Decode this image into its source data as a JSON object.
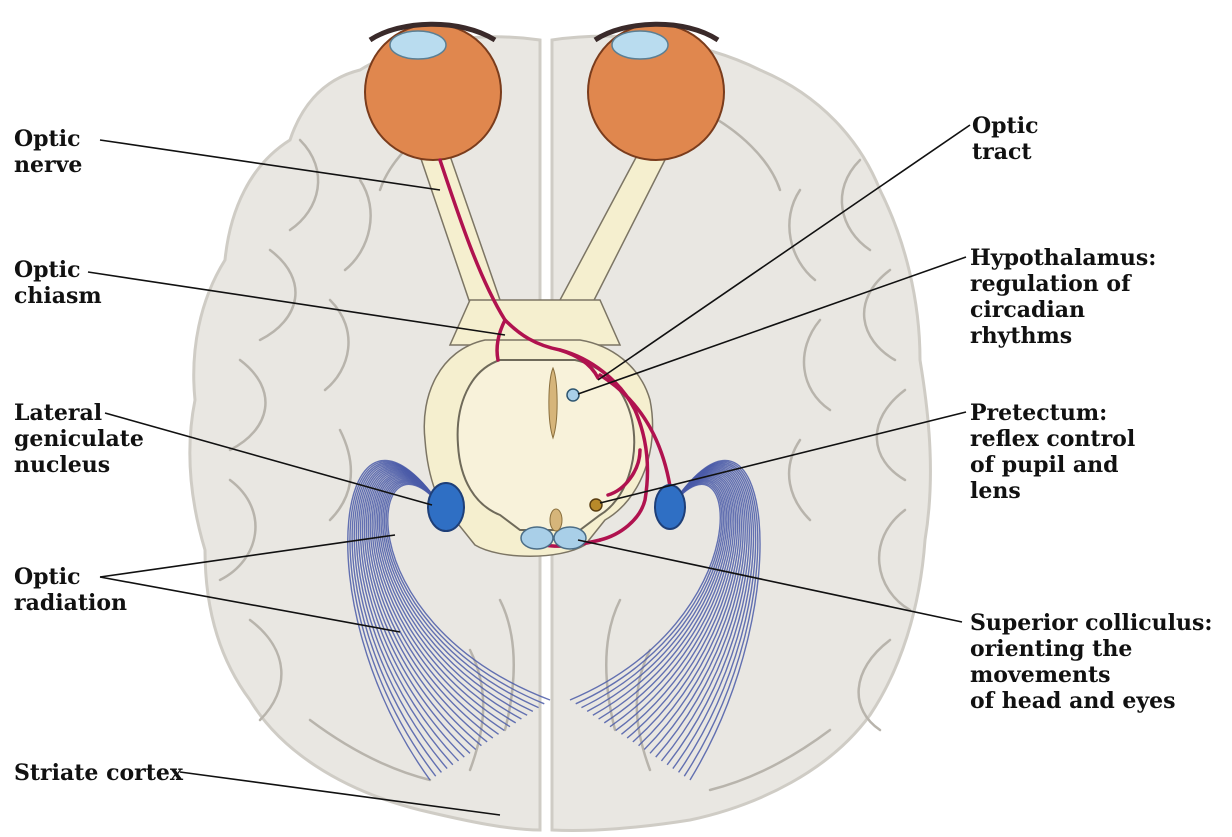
{
  "colors": {
    "brain": "#e9e7e2",
    "brain_shadow": "#cfccc5",
    "sulcus": "#b8b4ac",
    "eye": "#e0874e",
    "cornea": "#b9dcef",
    "optic_pathway": "#f5efcf",
    "retina_fibers": "#b0124f",
    "radiation": "#4a5aa8",
    "lgn": "#2f6fc4",
    "colliculus": "#a9cfe8",
    "pretectum": "#b98a2a",
    "leader": "#111111"
  },
  "labels": {
    "optic_nerve": [
      "Optic",
      "nerve"
    ],
    "optic_chiasm": [
      "Optic",
      "chiasm"
    ],
    "lateral_geniculate": [
      "Lateral",
      "geniculate",
      "nucleus"
    ],
    "optic_radiation": [
      "Optic",
      "radiation"
    ],
    "striate_cortex": [
      "Striate cortex"
    ],
    "optic_tract": [
      "Optic",
      "tract"
    ],
    "hypothalamus": [
      "Hypothalamus:",
      "regulation of",
      "circadian",
      "rhythms"
    ],
    "pretectum": [
      "Pretectum:",
      "reflex control",
      "of pupil and",
      "lens"
    ],
    "superior_colliculus": [
      "Superior colliculus:",
      "orienting the",
      "movements",
      "of head and eyes"
    ]
  }
}
